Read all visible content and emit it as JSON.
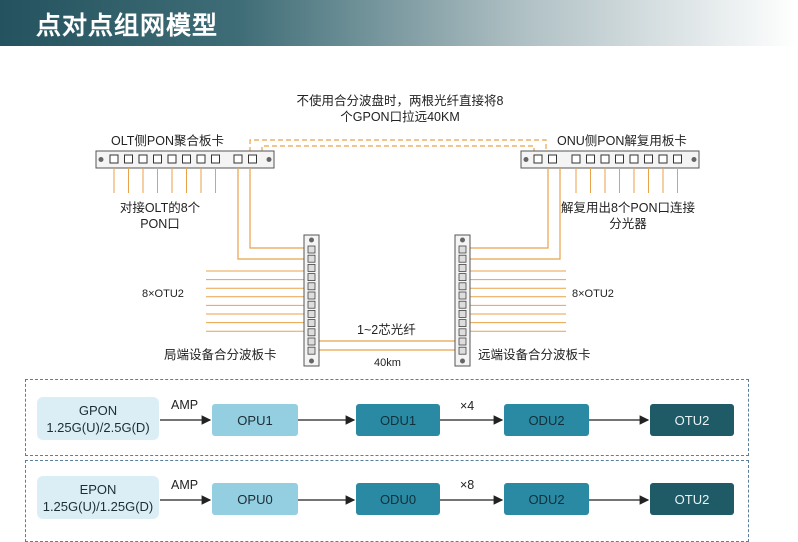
{
  "title": "点对点组网模型",
  "diagram": {
    "top_note_line1": "不使用合分波盘时，两根光纤直接将8",
    "top_note_line2": "个GPON口拉远40KM",
    "olt_board": "OLT侧PON聚合板卡",
    "onu_board": "ONU侧PON解复用板卡",
    "olt_ports_line1": "对接OLT的8个",
    "olt_ports_line2": "PON口",
    "onu_ports_line1": "解复用出8个PON口连接",
    "onu_ports_line2": "分光器",
    "otu_left": "8×OTU2",
    "otu_right": "8×OTU2",
    "fiber_label": "1~2芯光纤",
    "distance": "40km",
    "local_mux": "局端设备合分波板卡",
    "remote_mux": "远端设备合分波板卡"
  },
  "flows": [
    {
      "src_line1": "GPON",
      "src_line2": "1.25G(U)/2.5G(D)",
      "amp": "AMP",
      "opu": "OPU1",
      "odu1": "ODU1",
      "mult": "×4",
      "odu2": "ODU2",
      "otu": "OTU2"
    },
    {
      "src_line1": "EPON",
      "src_line2": "1.25G(U)/1.25G(D)",
      "amp": "AMP",
      "opu": "OPU0",
      "odu1": "ODU0",
      "mult": "×8",
      "odu2": "ODU2",
      "otu": "OTU2"
    }
  ],
  "colors": {
    "fiber": "#e8a24a",
    "dashed_fiber": "#e8a24a",
    "accent_dark": "#1f5b66",
    "accent_mid": "#2b8aa3",
    "accent_light": "#93cfe1"
  }
}
